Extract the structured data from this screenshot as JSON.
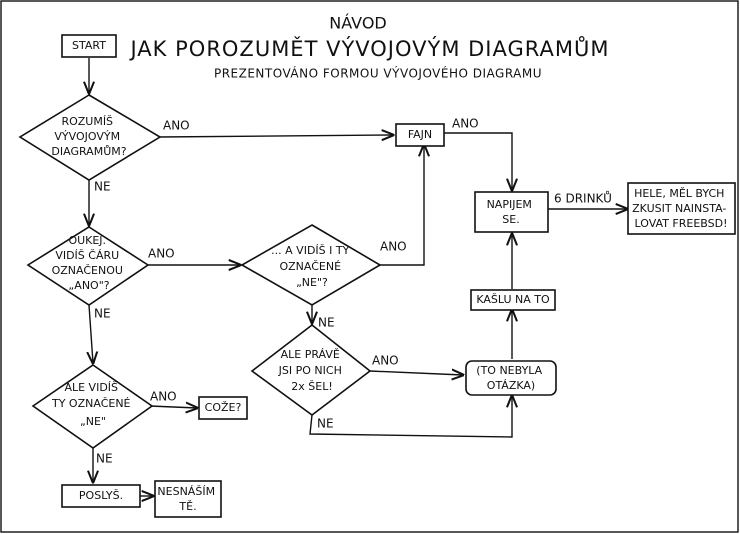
{
  "title": {
    "line1": "NÁVOD",
    "line2": "JAK POROZUMĚT VÝVOJOVÝM DIAGRAMŮM",
    "line3": "PREZENTOVÁNO FORMOU VÝVOJOVÉHO DIAGRAMU"
  },
  "nodes": {
    "start": {
      "lines": [
        "START"
      ]
    },
    "q1": {
      "lines": [
        "ROZUMÍŠ",
        "VÝVOJOVÝM",
        "DIAGRAMŮM?"
      ]
    },
    "fajn": {
      "lines": [
        "FAJN"
      ]
    },
    "napijem": {
      "lines": [
        "NAPIJEM",
        "SE."
      ]
    },
    "hele": {
      "lines": [
        "HELE, MĚL BYCH",
        "ZKUSIT NAINSTA-",
        "LOVAT FREEBSD!"
      ]
    },
    "q2": {
      "lines": [
        "OUKEJ.",
        "VIDÍŠ ČÁRU",
        "OZNAČENOU",
        "„ANO\"?"
      ]
    },
    "q3": {
      "lines": [
        "... A VIDÍŠ I TY",
        "OZNAČENÉ",
        "„NE\"?"
      ]
    },
    "kaslu": {
      "lines": [
        "KAŠLU NA TO"
      ]
    },
    "q4": {
      "lines": [
        "ALE PRÁVĚ",
        "JSI PO NICH",
        "2x ŠEL!"
      ]
    },
    "tonebyla": {
      "lines": [
        "(TO NEBYLA",
        "OTÁZKA)"
      ]
    },
    "q5": {
      "lines": [
        "ALE VIDÍŠ",
        "TY OZNAČENÉ",
        "„NE\""
      ]
    },
    "coze": {
      "lines": [
        "COŽE?"
      ]
    },
    "poslys": {
      "lines": [
        "POSLYŠ."
      ]
    },
    "nesnasim": {
      "lines": [
        "NESNÁŠÍM",
        "TĚ."
      ]
    }
  },
  "edge_labels": {
    "q1_ano": "ANO",
    "fajn_ano": "ANO",
    "q1_ne": "NE",
    "drinks": "6 DRINKŮ",
    "q2_ano": "ANO",
    "q3_ano": "ANO",
    "q2_ne": "NE",
    "q3_ne": "NE",
    "q4_ano": "ANO",
    "q5_ano": "ANO",
    "q5_ne": "NE",
    "q4_ne": "NE"
  }
}
